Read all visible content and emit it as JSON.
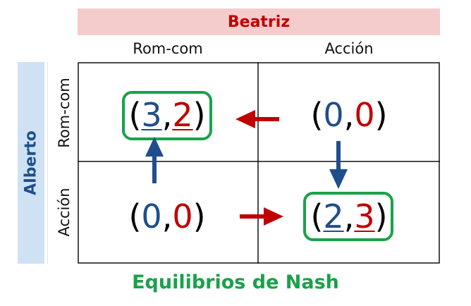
{
  "column_player": {
    "name": "Beatriz",
    "strategies": [
      "Rom-com",
      "Acción"
    ]
  },
  "row_player": {
    "name": "Alberto",
    "strategies": [
      "Rom-com",
      "Acción"
    ]
  },
  "payoffs": [
    [
      {
        "a": "3",
        "b": "2",
        "nash": true
      },
      {
        "a": "0",
        "b": "0",
        "nash": false
      }
    ],
    [
      {
        "a": "0",
        "b": "0",
        "nash": false
      },
      {
        "a": "2",
        "b": "3",
        "nash": true
      }
    ]
  ],
  "colors": {
    "row_player": "#1f4e8c",
    "column_player": "#c00000",
    "nash": "#1aa24a",
    "column_header_bg": "#f4cccc",
    "row_header_bg": "#cfe2f3"
  },
  "footer": "Equilibrios de Nash"
}
